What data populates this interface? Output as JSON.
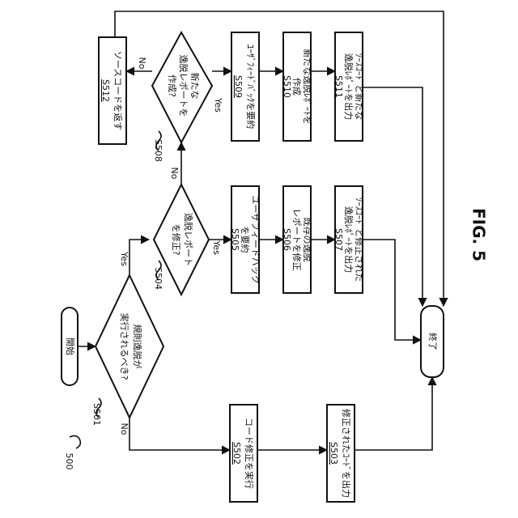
{
  "figure": {
    "label": "FIG. 5",
    "number": "500"
  },
  "nodes": {
    "start": {
      "label": "開始"
    },
    "end": {
      "label": "終了"
    },
    "s501": {
      "lines": [
        "規則逸脱が",
        "実行されるべき?"
      ],
      "ref": "S501"
    },
    "s502": {
      "lines": [
        "コード修正を実行"
      ],
      "code": "S502"
    },
    "s503": {
      "lines": [
        "修正されたｺｰﾄﾞを出力"
      ],
      "code": "S503"
    },
    "s504": {
      "lines": [
        "逸脱レポート",
        "を修正?"
      ],
      "ref": "S504"
    },
    "s505": {
      "lines": [
        "ユーザフィードバック",
        "を要約"
      ],
      "code": "S505"
    },
    "s506": {
      "lines": [
        "既存の逸脱",
        "レポートを修正"
      ],
      "code": "S506"
    },
    "s507": {
      "lines": [
        "ｿｰｽｺｰﾄﾞと修正された",
        "逸脱ﾚﾎﾟｰﾄを出力"
      ],
      "code": "S507"
    },
    "s508": {
      "lines": [
        "新たな",
        "逸脱レポートを",
        "作成?"
      ],
      "ref": "S508"
    },
    "s509": {
      "lines": [
        "ﾕｰｻﾞﾌｨｰﾄﾞﾊﾞｯｸを要約"
      ],
      "code": "S509"
    },
    "s510": {
      "lines": [
        "新たな逸脱ﾚﾎﾟｰﾄを",
        "作成"
      ],
      "code": "S510"
    },
    "s511": {
      "lines": [
        "ｿｰｽｺｰﾄﾞと新たな",
        "逸脱ﾚﾎﾟｰﾄを出力"
      ],
      "code": "S511"
    },
    "s512": {
      "lines": [
        "ソースコードを返す"
      ],
      "code": "S512"
    }
  },
  "edge_labels": {
    "s501_yes": "Yes",
    "s501_no": "No",
    "s504_yes": "Yes",
    "s504_no": "No",
    "s508_yes": "Yes",
    "s508_no": "No"
  }
}
